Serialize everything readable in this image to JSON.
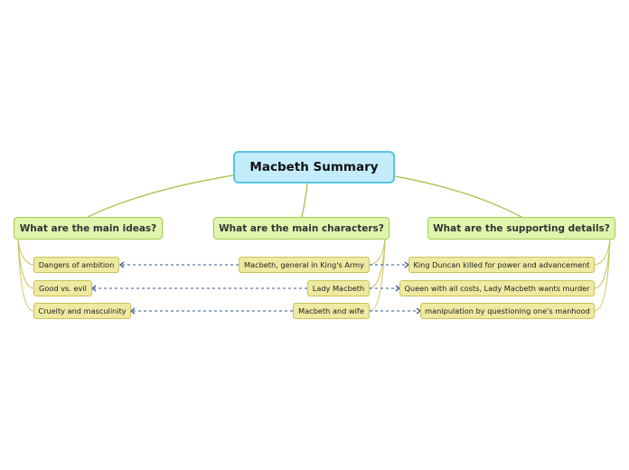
{
  "central": {
    "title": "Macbeth Summary"
  },
  "branches": {
    "ideas": {
      "title": "What are the main ideas?",
      "items": [
        "Dangers of ambition",
        "Good vs. evil",
        "Cruelty and masculinity"
      ]
    },
    "characters": {
      "title": "What are the main characters?",
      "items": [
        "Macbeth, general in King's Army",
        "Lady Macbeth",
        "Macbeth and wife"
      ]
    },
    "details": {
      "title": "What are the supporting details?",
      "items": [
        "King Duncan killed for power and advancement",
        "Queen with all costs, Lady Macbeth wants murder",
        "manipulation by questioning one's manhood"
      ]
    }
  },
  "colors": {
    "central_fill": "#c4ecfb",
    "central_border": "#5bc3e4",
    "branch_fill": "#dff5ae",
    "branch_border": "#a3cc4d",
    "leaf_fill": "#eeeaa2",
    "leaf_border": "#c9c35a",
    "connector": "#9dbf3f",
    "relationship_arrow": "#35548f"
  }
}
